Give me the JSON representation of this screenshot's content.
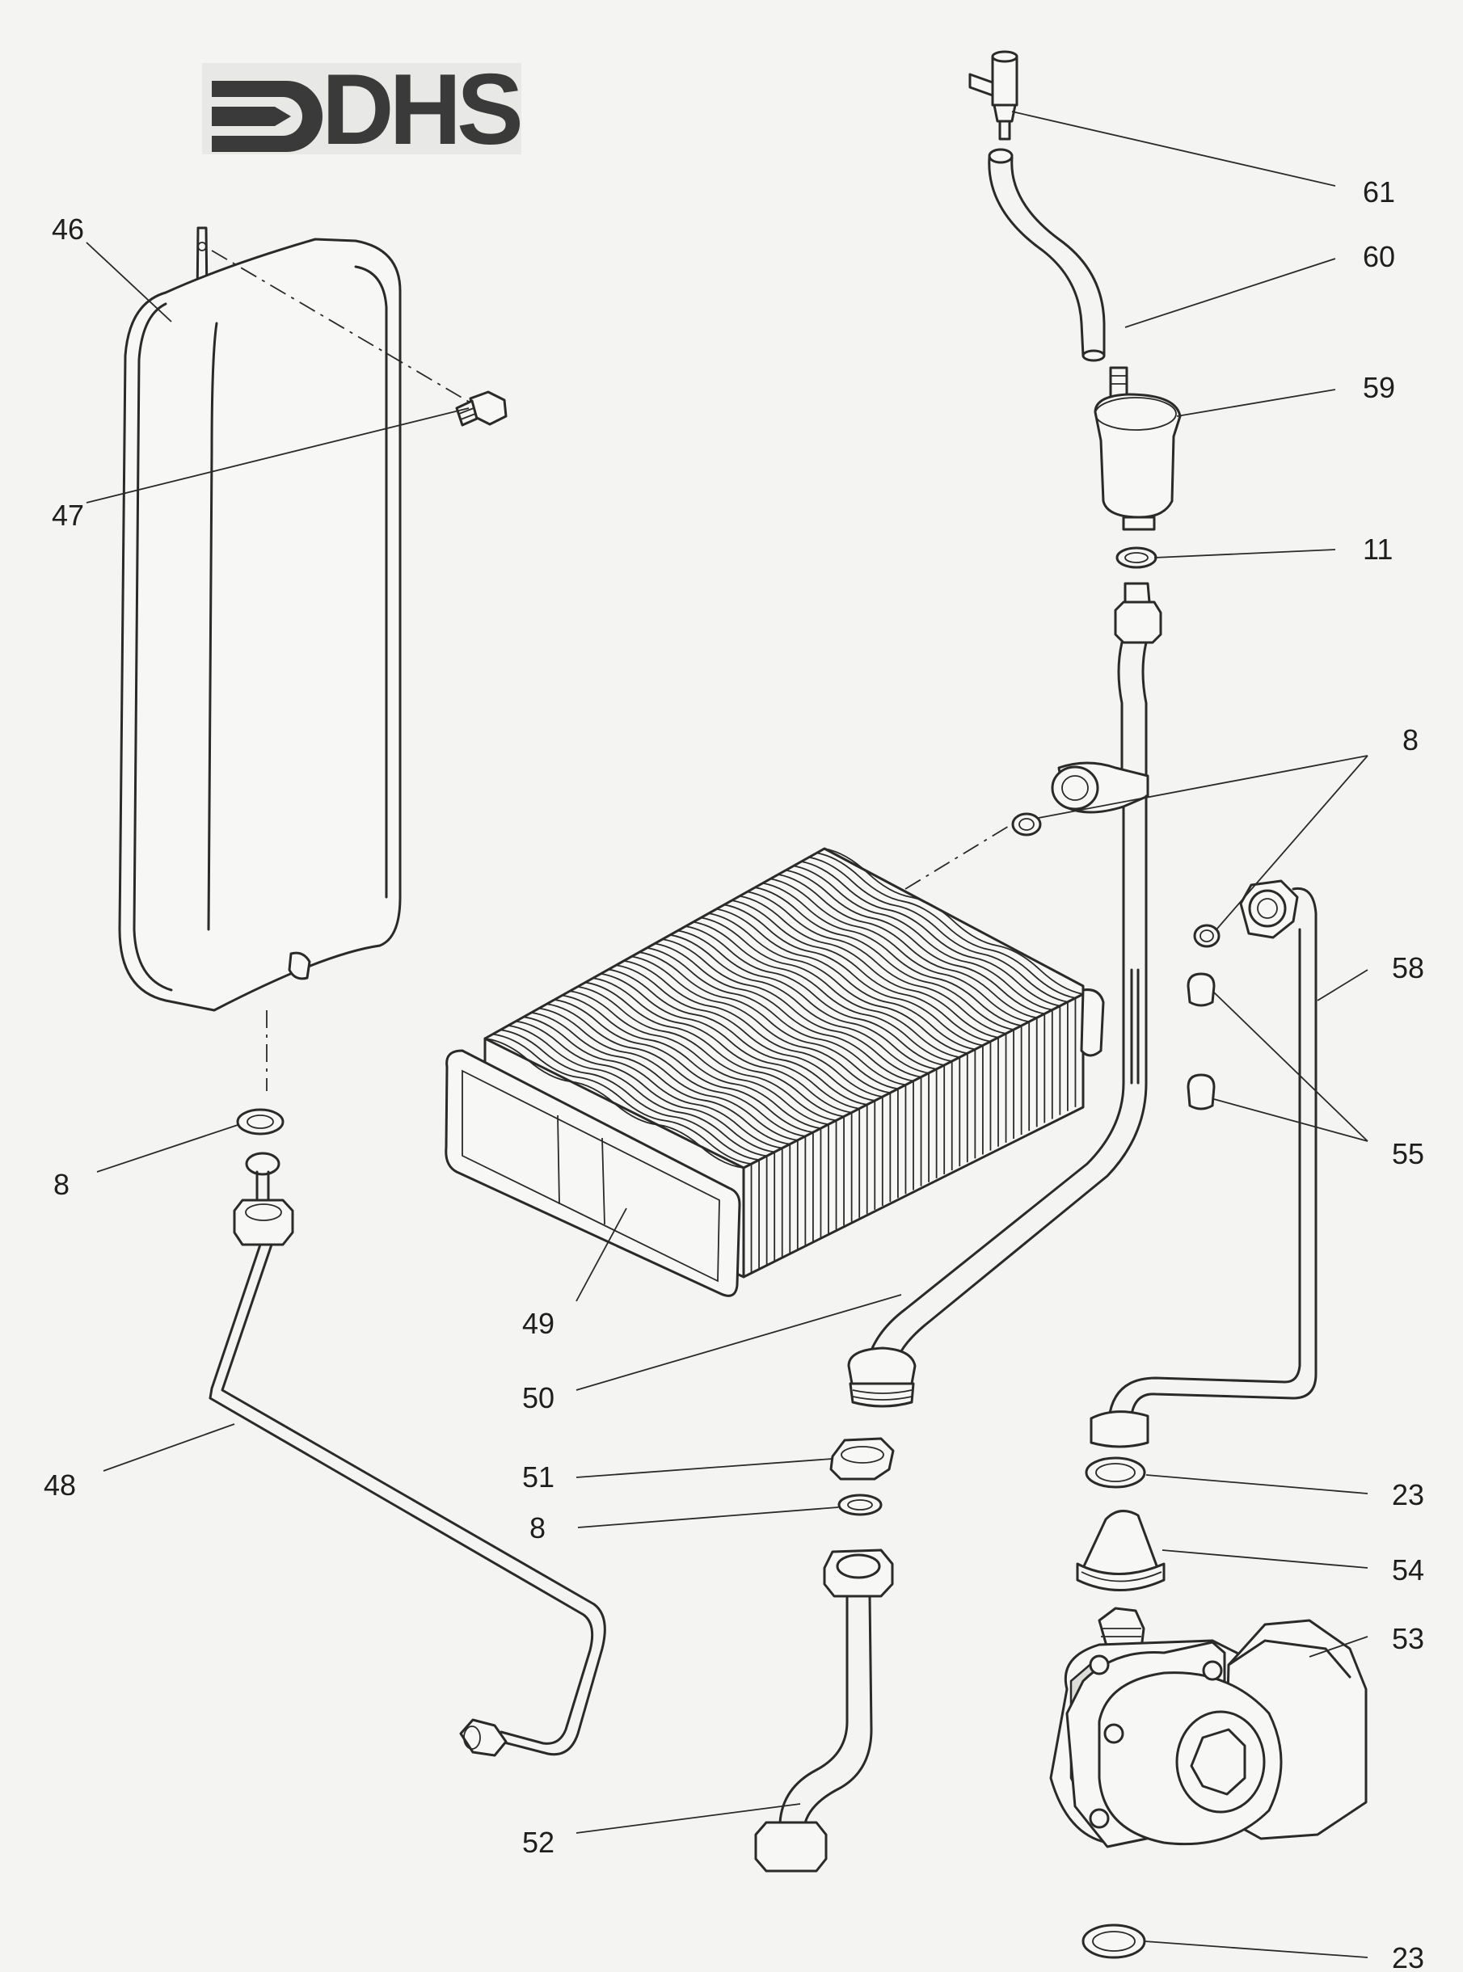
{
  "logo": {
    "text": "DHS"
  },
  "labels": [
    "61",
    "60",
    "59",
    "11",
    "46",
    "47",
    "8",
    "58",
    "55",
    "49",
    "50",
    "51",
    "8",
    "23",
    "54",
    "53",
    "48",
    "52",
    "23",
    "8"
  ]
}
